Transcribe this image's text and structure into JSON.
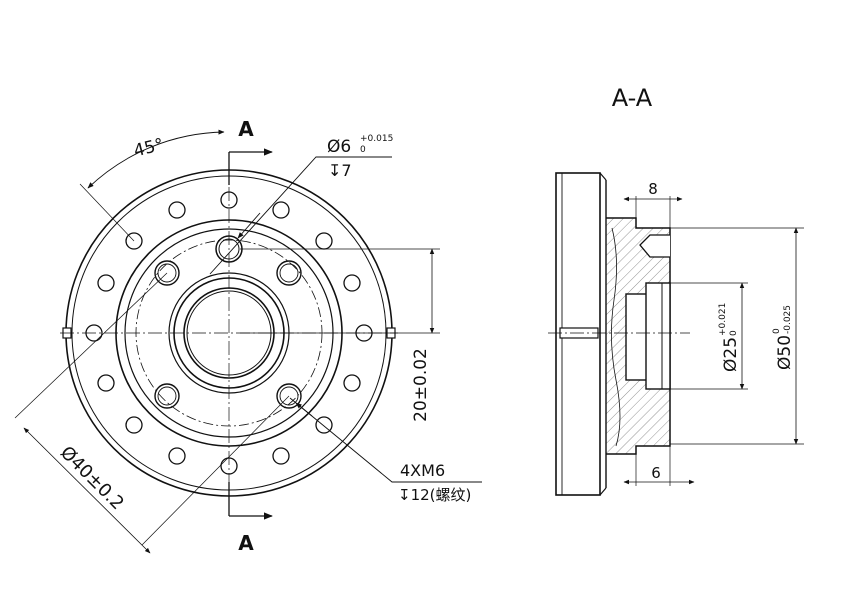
{
  "drawing": {
    "section_view_title": "A-A",
    "section_mark_top": "A",
    "section_mark_bottom": "A",
    "colors": {
      "line": "#111111",
      "background": "#ffffff",
      "hatch": "#555555"
    },
    "front_view": {
      "angle_label": "45°",
      "pin_hole": {
        "diameter_text": "Ø6",
        "tol_upper": "+0.015",
        "tol_lower": "0",
        "depth_text": "↧7"
      },
      "pcd_label": "Ø40±0.2",
      "height_label": "20±0.02",
      "thread": {
        "spec": "4XM6",
        "depth": "↧12(螺纹)"
      }
    },
    "section_view": {
      "dim_top": "8",
      "dim_bottom": "6",
      "inner_diameter": {
        "text": "Ø25",
        "tol_upper": "+0.021",
        "tol_lower": "0"
      },
      "outer_diameter": {
        "text": "Ø50",
        "tol_upper": "0",
        "tol_lower": "-0.025"
      }
    }
  }
}
